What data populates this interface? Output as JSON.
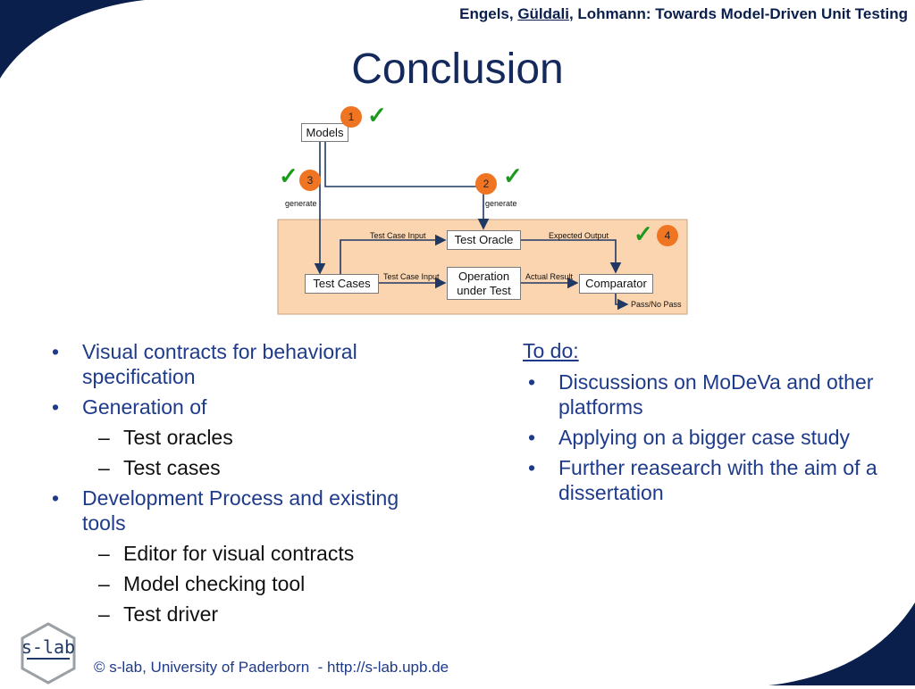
{
  "header": {
    "authors_a": "Engels, ",
    "authors_b": "Güldali",
    "authors_c": ", Lohmann: Towards Model-Driven Unit Testing"
  },
  "title": "Conclusion",
  "diagram": {
    "boxes": {
      "models": "Models",
      "test_oracle": "Test Oracle",
      "test_cases": "Test Cases",
      "operation": "Operation under Test",
      "comparator": "Comparator"
    },
    "labels": {
      "generate_left": "generate",
      "generate_right": "generate",
      "test_case_input_top": "Test Case Input",
      "expected_output": "Expected Output",
      "test_case_input_mid": "Test Case Input",
      "actual_result": "Actual Result",
      "pass_no_pass": "Pass/No Pass"
    },
    "badges": [
      "1",
      "2",
      "3",
      "4"
    ],
    "check": "✓",
    "colors": {
      "panel": "#fbd5b0",
      "badge": "#f07522",
      "check": "#1b9a1b",
      "arrow": "#1f3864"
    }
  },
  "left_list": [
    {
      "level": 1,
      "text": "Visual contracts for behavioral specification"
    },
    {
      "level": 1,
      "text": "Generation of"
    },
    {
      "level": 2,
      "text": "Test oracles"
    },
    {
      "level": 2,
      "text": "Test cases"
    },
    {
      "level": 1,
      "text": "Development Process and existing tools"
    },
    {
      "level": 2,
      "text": "Editor for visual contracts"
    },
    {
      "level": 2,
      "text": "Model checking tool"
    },
    {
      "level": 2,
      "text": "Test driver"
    }
  ],
  "todo": {
    "title": "To do:",
    "items": [
      "Discussions on MoDeVa and other platforms",
      "Applying on a bigger case study",
      "Further reasearch with the aim of a dissertation"
    ]
  },
  "footer": "© s-lab, University of Paderborn  - http://s-lab.upb.de",
  "logo_text": "s-lab"
}
